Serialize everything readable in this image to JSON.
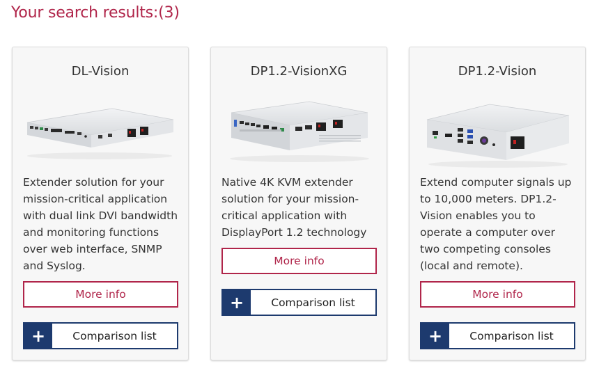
{
  "heading": "Your search results:(3)",
  "colors": {
    "accent": "#b0254a",
    "navy": "#1d3a6e"
  },
  "products": [
    {
      "title": "DL-Vision",
      "description": "Extender solution for your mission-critical application with dual link DVI bandwidth and monitoring functions over web interface, SNMP and Syslog.",
      "more_info_label": "More info",
      "comparison_label": "Comparison list",
      "plus_icon": "+"
    },
    {
      "title": "DP1.2-VisionXG",
      "description": "Native 4K KVM extender solution for your mission-critical application with DisplayPort 1.2 technology",
      "more_info_label": "More info",
      "comparison_label": "Comparison list",
      "plus_icon": "+"
    },
    {
      "title": "DP1.2-Vision",
      "description": "Extend computer signals up to 10,000 meters. DP1.2-Vision enables you to operate a computer over two competing consoles (local and remote).",
      "more_info_label": "More info",
      "comparison_label": "Comparison list",
      "plus_icon": "+"
    }
  ]
}
